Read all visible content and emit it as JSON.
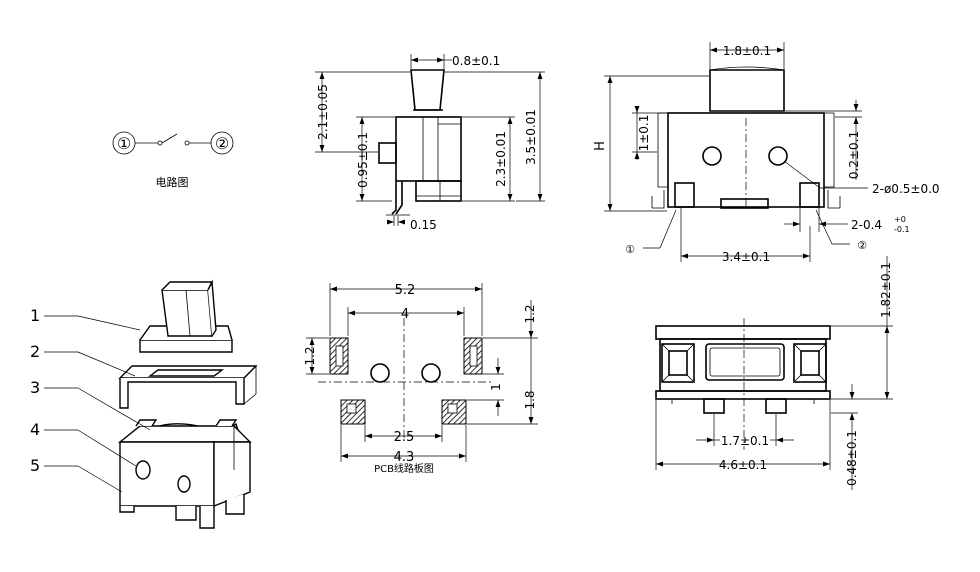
{
  "circuit": {
    "terminal_1": "①",
    "terminal_2": "②",
    "caption": "电路图"
  },
  "side_view": {
    "dim_top": "0.8±0.1",
    "dim_left_height": "2.1±0.05",
    "dim_stem": "0.95±0.1",
    "dim_body": "2.3±0.01",
    "dim_total": "3.5±0.01",
    "dim_foot": "0.15"
  },
  "front_view": {
    "dim_top": "1.8±0.1",
    "dim_h": "H",
    "dim_small": "1±0.1",
    "dim_right": "0.2±0.1",
    "dim_holes": "2-ø0.5±0.0",
    "dim_pins": "2-0.4",
    "dim_pins_tol_upper": "+0",
    "dim_pins_tol_lower": "-0.1",
    "dim_width": "3.4±0.1",
    "pin_1": "①",
    "pin_2": "②"
  },
  "exploded": {
    "part_1": "1",
    "part_2": "2",
    "part_3": "3",
    "part_4": "4",
    "part_5": "5"
  },
  "pcb": {
    "dim_outer": "5.2",
    "dim_inner": "4",
    "dim_left": "1.2",
    "dim_right_top": "1.2",
    "dim_right_mid": "1",
    "dim_right_bot": "1.8",
    "dim_bottom_inner": "2.5",
    "dim_bottom_outer": "4.3",
    "caption": "PCB线路板图"
  },
  "bottom_view": {
    "dim_height": "1.82±0.1",
    "dim_pin_pitch": "1.7±0.1",
    "dim_width": "4.6±0.1",
    "dim_pin_height": "0.48±0.1"
  }
}
